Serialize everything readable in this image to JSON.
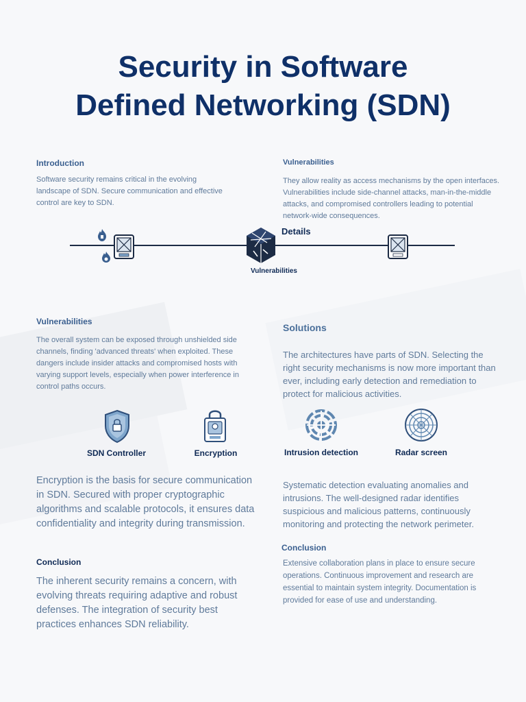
{
  "title": {
    "line1": "Security in Software",
    "line2": "Defined Networking (SDN)"
  },
  "intro": {
    "heading": "Introduction",
    "text": "Software security remains critical in the evolving landscape of SDN. Secure communication and effective control are key to SDN."
  },
  "vuln_top": {
    "heading": "Vulnerabilities",
    "text": "They allow reality as access mechanisms by the open interfaces. Vulnerabilities include side-channel attacks, man-in-the-middle attacks, and compromised controllers leading to potential network-wide consequences."
  },
  "timeline": {
    "details_label": "Details",
    "center_label": "Vulnerabilities"
  },
  "vuln_left": {
    "heading": "Vulnerabilities",
    "text": "The overall system can be exposed through unshielded side channels, finding 'advanced threats' when exploited. These dangers include insider attacks and compromised hosts with varying support levels, especially when power interference in control paths occurs."
  },
  "solutions": {
    "heading": "Solutions",
    "text": "The architectures have parts of SDN. Selecting the right security mechanisms is now more important than ever, including early detection and remediation to protect for malicious activities."
  },
  "icons_left": [
    {
      "label": "SDN Controller",
      "icon": "shield-lock-icon"
    },
    {
      "label": "Encryption",
      "icon": "padlock-card-icon"
    }
  ],
  "icons_right": [
    {
      "label": "Intrusion detection",
      "icon": "target-icon"
    },
    {
      "label": "Radar screen",
      "icon": "radar-icon"
    }
  ],
  "encryption_text": "Encryption is the basis for secure communication in SDN. Secured with proper cryptographic algorithms and scalable protocols, it ensures data confidentiality and integrity during transmission.",
  "detection_text": "Systematic detection evaluating anomalies and intrusions. The well-designed radar identifies suspicious and malicious patterns, continuously monitoring and protecting the network perimeter.",
  "conclusion_left": {
    "heading": "Conclusion",
    "text": "The inherent security remains a concern, with evolving threats requiring adaptive and robust defenses. The integration of security best practices enhances SDN reliability."
  },
  "conclusion_right": {
    "heading": "Conclusion",
    "text": "Extensive collaboration plans in place to ensure secure operations. Continuous improvement and research are essential to maintain system integrity. Documentation is provided for ease of use and understanding."
  },
  "colors": {
    "title": "#0f3068",
    "heading": "#3a5f8f",
    "body": "#5f7a9a",
    "icon": "#1c2b44",
    "accent": "#7fa6cc"
  }
}
